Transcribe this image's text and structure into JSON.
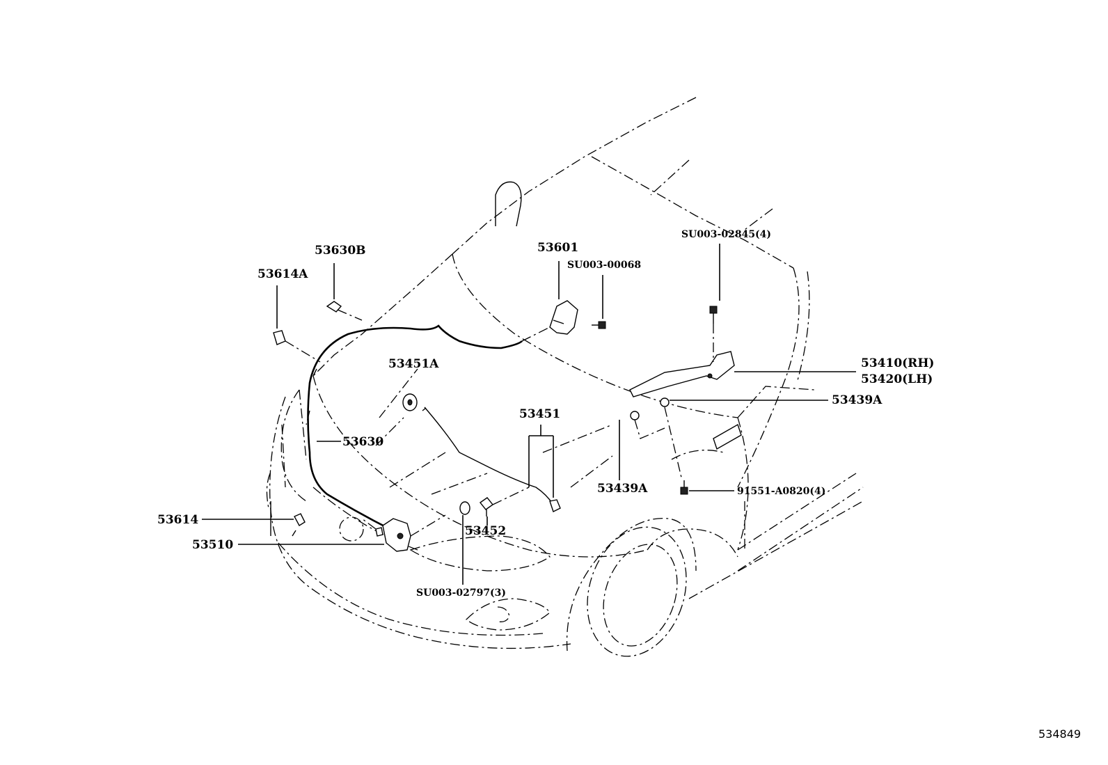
{
  "sheet_number": "534849",
  "callouts": {
    "hinge_bolt": "SU003-02845(4)",
    "release_lever": "53601",
    "lever_bolt": "SU003-00068",
    "cable_clamp_b": "53630B",
    "clip_a": "53614A",
    "cushion_a": "53451A",
    "hinge_rh": "53410(RH)",
    "hinge_lh": "53420(LH)",
    "seal_a_right": "53439A",
    "cushion": "53451",
    "release_cable": "53630",
    "seal_a_left": "53439A",
    "hinge_bolt_lower": "91551-A0820(4)",
    "clip": "53614",
    "stay_holder": "53452",
    "hood_lock": "53510",
    "lock_bolt": "SU003-02797(3)"
  }
}
